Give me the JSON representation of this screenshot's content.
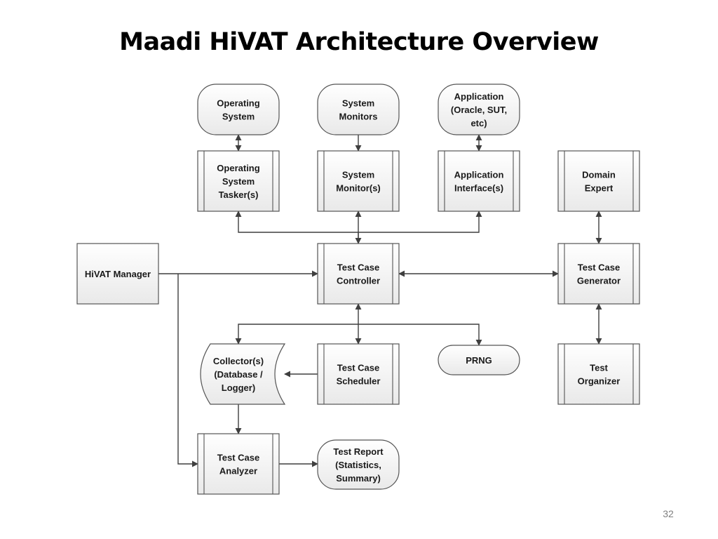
{
  "title": "Maadi HiVAT Architecture Overview",
  "page_number": "32",
  "nodes": {
    "os": [
      "Operating",
      "System"
    ],
    "sysmon": [
      "System",
      "Monitors"
    ],
    "app": [
      "Application",
      "(Oracle, SUT,",
      "etc)"
    ],
    "os_tasker": [
      "Operating",
      "System",
      "Tasker(s)"
    ],
    "sysmon_proc": [
      "System",
      "Monitor(s)"
    ],
    "app_if": [
      "Application",
      "Interface(s)"
    ],
    "domain_expert": [
      "Domain",
      "Expert"
    ],
    "hivat_mgr": [
      "HiVAT Manager"
    ],
    "tc_controller": [
      "Test Case",
      "Controller"
    ],
    "tc_generator": [
      "Test Case",
      "Generator"
    ],
    "collector": [
      "Collector(s)",
      "(Database /",
      "Logger)"
    ],
    "tc_scheduler": [
      "Test Case",
      "Scheduler"
    ],
    "prng": [
      "PRNG"
    ],
    "test_organizer": [
      "Test",
      "Organizer"
    ],
    "tc_analyzer": [
      "Test Case",
      "Analyzer"
    ],
    "test_report": [
      "Test Report",
      "(Statistics,",
      "Summary)"
    ]
  },
  "edges": [
    {
      "from": "os",
      "to": "os_tasker",
      "direction": "both"
    },
    {
      "from": "sysmon",
      "to": "sysmon_proc",
      "direction": "forward"
    },
    {
      "from": "app",
      "to": "app_if",
      "direction": "both"
    },
    {
      "from": "tc_controller",
      "to": "os_tasker",
      "direction": "forward"
    },
    {
      "from": "tc_controller",
      "to": "sysmon_proc",
      "direction": "both"
    },
    {
      "from": "tc_controller",
      "to": "app_if",
      "direction": "forward"
    },
    {
      "from": "domain_expert",
      "to": "tc_generator",
      "direction": "both"
    },
    {
      "from": "hivat_mgr",
      "to": "tc_controller",
      "direction": "forward"
    },
    {
      "from": "tc_controller",
      "to": "tc_generator",
      "direction": "both"
    },
    {
      "from": "tc_generator",
      "to": "test_organizer",
      "direction": "both"
    },
    {
      "from": "tc_controller",
      "to": "collector",
      "direction": "forward"
    },
    {
      "from": "tc_controller",
      "to": "tc_scheduler",
      "direction": "both"
    },
    {
      "from": "tc_controller",
      "to": "prng",
      "direction": "forward"
    },
    {
      "from": "tc_scheduler",
      "to": "collector",
      "direction": "forward"
    },
    {
      "from": "collector",
      "to": "tc_analyzer",
      "direction": "forward"
    },
    {
      "from": "hivat_mgr",
      "to": "tc_analyzer",
      "direction": "forward"
    },
    {
      "from": "tc_analyzer",
      "to": "test_report",
      "direction": "forward"
    }
  ]
}
